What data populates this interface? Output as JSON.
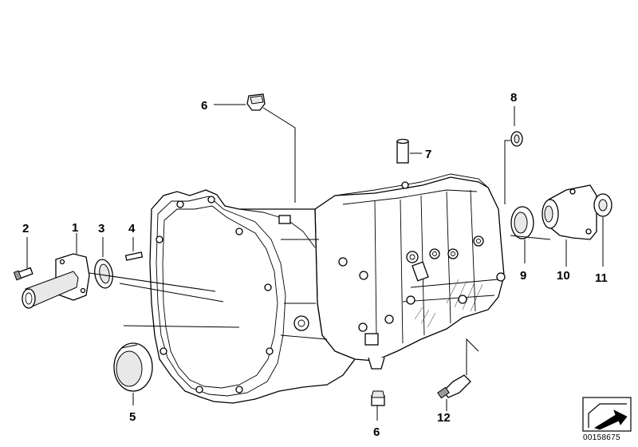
{
  "callouts": {
    "c1": "1",
    "c2": "2",
    "c3": "3",
    "c4": "4",
    "c5": "5",
    "c6_top": "6",
    "c6_bottom": "6",
    "c7": "7",
    "c8": "8",
    "c9": "9",
    "c10": "10",
    "c11": "11",
    "c12": "12"
  },
  "catalog_number": "00158675",
  "icons": {
    "corner_badge": "arrow-badge-icon"
  }
}
